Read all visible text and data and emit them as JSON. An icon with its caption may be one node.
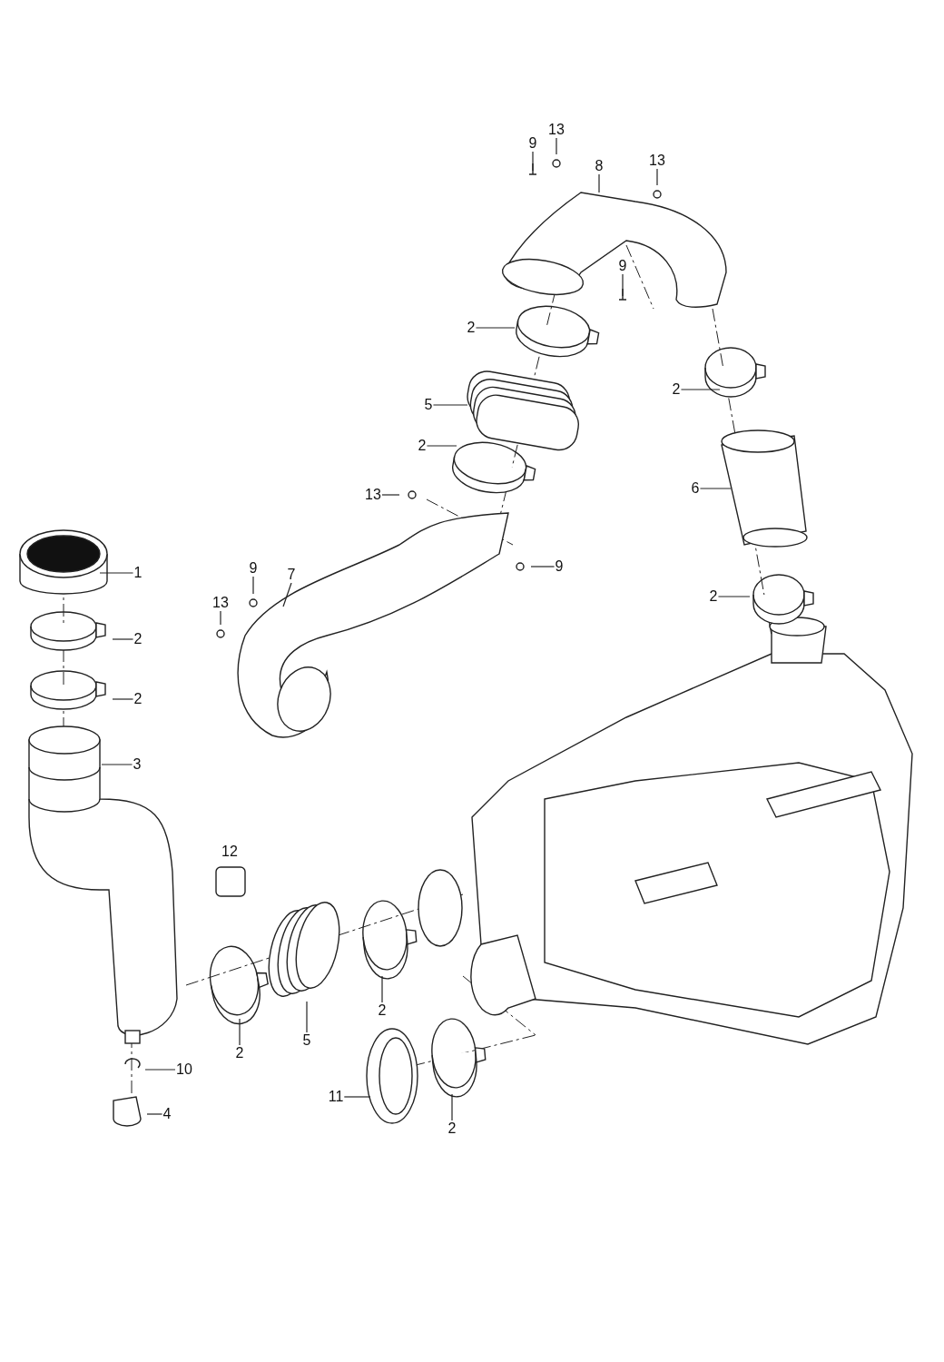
{
  "diagram": {
    "nodes": [
      {
        "text": [
          "13"
        ]
      },
      {
        "text": [
          "9"
        ]
      },
      {
        "text": [
          "8"
        ]
      },
      {
        "text": [
          "13"
        ]
      },
      {
        "text": [
          "9"
        ]
      },
      {
        "text": [
          "2"
        ]
      },
      {
        "text": [
          "2"
        ]
      },
      {
        "text": [
          "5"
        ]
      },
      {
        "text": [
          "2"
        ]
      },
      {
        "text": [
          "6"
        ]
      },
      {
        "text": [
          "13"
        ]
      },
      {
        "text": [
          "9"
        ]
      },
      {
        "text": [
          "9"
        ]
      },
      {
        "text": [
          "1"
        ]
      },
      {
        "text": [
          "7"
        ]
      },
      {
        "text": [
          "2"
        ]
      },
      {
        "text": [
          "13"
        ]
      },
      {
        "text": [
          "2"
        ]
      },
      {
        "text": [
          "2"
        ]
      },
      {
        "text": [
          "3"
        ]
      },
      {
        "text": [
          "2"
        ]
      },
      {
        "text": [
          "5"
        ]
      },
      {
        "text": [
          "2"
        ]
      },
      {
        "text": [
          "10"
        ]
      },
      {
        "text": [
          "11"
        ]
      },
      {
        "text": [
          "4"
        ]
      },
      {
        "text": [
          "2"
        ]
      },
      {
        "text": [
          "12"
        ]
      }
    ],
    "edges": [
      {
        "from": 0,
        "to": null,
        "arrow": "none"
      },
      {
        "from": 1,
        "to": null,
        "arrow": "none"
      },
      {
        "from": 2,
        "to": null,
        "arrow": "none"
      },
      {
        "from": 3,
        "to": null,
        "arrow": "none"
      },
      {
        "from": 4,
        "to": null,
        "arrow": "none"
      },
      {
        "from": 5,
        "to": null,
        "arrow": "none"
      },
      {
        "from": 6,
        "to": null,
        "arrow": "none"
      },
      {
        "from": 7,
        "to": null,
        "arrow": "none"
      },
      {
        "from": 8,
        "to": null,
        "arrow": "none"
      },
      {
        "from": 9,
        "to": null,
        "arrow": "none"
      },
      {
        "from": 10,
        "to": null,
        "arrow": "none"
      },
      {
        "from": 11,
        "to": null,
        "arrow": "none"
      },
      {
        "from": 12,
        "to": null,
        "arrow": "none"
      },
      {
        "from": 13,
        "to": null,
        "arrow": "none"
      },
      {
        "from": 14,
        "to": null,
        "arrow": "none"
      },
      {
        "from": 15,
        "to": null,
        "arrow": "none"
      },
      {
        "from": 16,
        "to": null,
        "arrow": "none"
      },
      {
        "from": 17,
        "to": null,
        "arrow": "none"
      },
      {
        "from": 18,
        "to": null,
        "arrow": "none"
      },
      {
        "from": 19,
        "to": null,
        "arrow": "none"
      },
      {
        "from": 20,
        "to": null,
        "arrow": "none"
      },
      {
        "from": 21,
        "to": null,
        "arrow": "none"
      },
      {
        "from": 22,
        "to": null,
        "arrow": "none"
      },
      {
        "from": 23,
        "to": null,
        "arrow": "none"
      },
      {
        "from": 24,
        "to": null,
        "arrow": "none"
      },
      {
        "from": 25,
        "to": null,
        "arrow": "none"
      },
      {
        "from": 26,
        "to": null,
        "arrow": "none"
      }
    ],
    "labels": []
  }
}
